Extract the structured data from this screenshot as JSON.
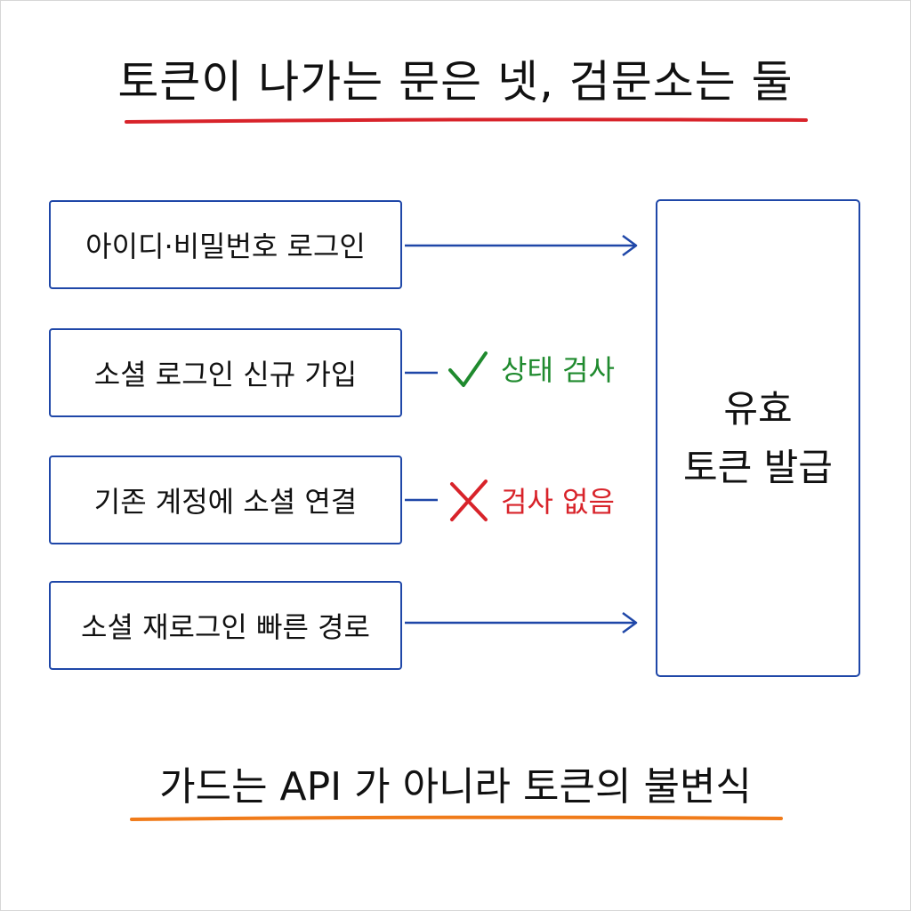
{
  "title": "토큰이 나가는 문은 넷, 검문소는 둘",
  "sources": [
    {
      "label": "아이디·비밀번호 로그인"
    },
    {
      "label": "소셜 로그인 신규 가입"
    },
    {
      "label": "기존 계정에 소셜 연결"
    },
    {
      "label": "소셜 재로그인 빠른 경로"
    }
  ],
  "target": {
    "line1": "유효",
    "line2": "토큰 발급"
  },
  "checks": {
    "state_check": "상태 검사",
    "no_check": "검사 없음"
  },
  "footer": "가드는 API 가 아니라 토큰의 불변식",
  "colors": {
    "box_border": "#1f47a8",
    "arrow": "#1f47a8",
    "title_underline": "#d8232a",
    "footer_underline": "#f07b1a",
    "check": "#1f8a2e",
    "cross": "#d8232a"
  },
  "icons": {
    "check": "check-mark-icon",
    "cross": "cross-mark-icon"
  }
}
